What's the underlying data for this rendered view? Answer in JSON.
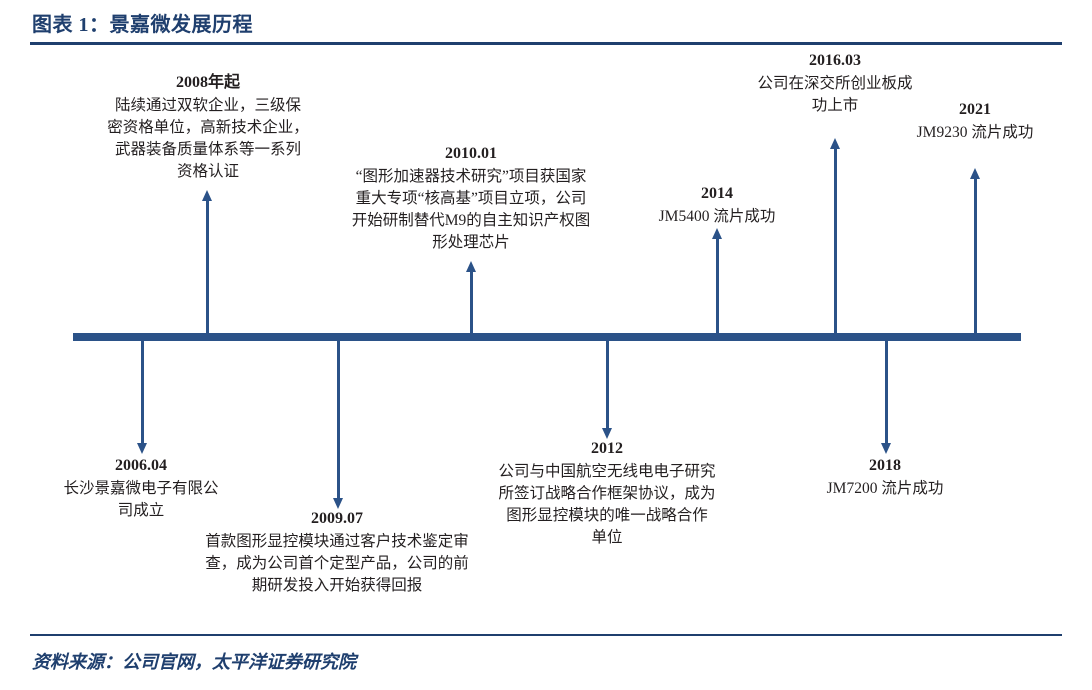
{
  "header": {
    "title": "图表 1：景嘉微发展历程",
    "accent_color": "#1f3f6e"
  },
  "footer": {
    "source": "资料来源：公司官网，太平洋证券研究院"
  },
  "timeline": {
    "axis_color": "#2b5288",
    "events": [
      {
        "id": "2006-04",
        "date": "2006.04",
        "desc": "长沙景嘉微电子有限公\n司成立",
        "side": "below"
      },
      {
        "id": "2008-qi",
        "date": "2008年起",
        "desc": "陆续通过双软企业，三级保\n密资格单位，高新技术企业，\n武器装备质量体系等一系列\n资格认证",
        "side": "above"
      },
      {
        "id": "2009-07",
        "date": "2009.07",
        "desc": "首款图形显控模块通过客户技术鉴定审\n查，成为公司首个定型产品，公司的前\n期研发投入开始获得回报",
        "side": "below"
      },
      {
        "id": "2010-01",
        "date": "2010.01",
        "desc": "“图形加速器技术研究”项目获国家\n重大专项“核高基”项目立项，公司\n开始研制替代M9的自主知识产权图\n形处理芯片",
        "side": "above"
      },
      {
        "id": "2012",
        "date": "2012",
        "desc": "公司与中国航空无线电电子研究\n所签订战略合作框架协议，成为\n图形显控模块的唯一战略合作\n单位",
        "side": "below"
      },
      {
        "id": "2014",
        "date": "2014",
        "desc": "JM5400 流片成功",
        "side": "above"
      },
      {
        "id": "2016-03",
        "date": "2016.03",
        "desc": "公司在深交所创业板成\n功上市",
        "side": "above"
      },
      {
        "id": "2018",
        "date": "2018",
        "desc": "JM7200 流片成功",
        "side": "below"
      },
      {
        "id": "2021",
        "date": "2021",
        "desc": "JM9230 流片成功",
        "side": "above"
      }
    ]
  }
}
